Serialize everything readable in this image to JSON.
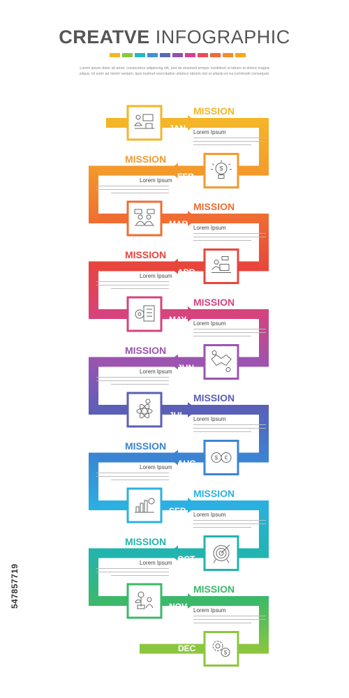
{
  "title": {
    "bold": "CREATVE",
    "light": "INFOGRAPHIC"
  },
  "palette": [
    "#f4b528",
    "#8cc63f",
    "#24b8c4",
    "#3f90d8",
    "#5469b9",
    "#9150b0",
    "#d33f91",
    "#e84c5c",
    "#f06a35",
    "#f48d2c",
    "#f9a51b"
  ],
  "intro": "Lorem ipsum dolor sit amet, consectetur adipiscing elit, sed do eiusmod tempor incididunt ut labore et dolore magna aliqua. Ut enim ad minim veniam, quis nostrud exercitation ullamco laboris nisi ut aliquip ex ea commodo consequat.",
  "steps": [
    {
      "month": "JAN",
      "mission": "MISSION",
      "subtitle": "Lorem Ipsum",
      "color": "#f4b528",
      "icon": "presentation-icon"
    },
    {
      "month": "FEB",
      "mission": "MISSION",
      "subtitle": "Lorem Ipsum",
      "color": "#f39a2b",
      "icon": "lightbulb-dollar-icon"
    },
    {
      "month": "MAR",
      "mission": "MISSION",
      "subtitle": "Lorem Ipsum",
      "color": "#ef6d32",
      "icon": "team-meeting-icon"
    },
    {
      "month": "APR",
      "mission": "MISSION",
      "subtitle": "Lorem Ipsum",
      "color": "#e8453c",
      "icon": "laptop-user-icon"
    },
    {
      "month": "MAY",
      "mission": "MISSION",
      "subtitle": "Lorem Ipsum",
      "color": "#d6437d",
      "icon": "checklist-gear-icon"
    },
    {
      "month": "JUN",
      "mission": "MISSION",
      "subtitle": "Lorem Ipsum",
      "color": "#9c54b0",
      "icon": "handshake-icon"
    },
    {
      "month": "JUL",
      "mission": "MISSION",
      "subtitle": "Lorem Ipsum",
      "color": "#5a5fb7",
      "icon": "atom-user-icon"
    },
    {
      "month": "AUG",
      "mission": "MISSION",
      "subtitle": "Lorem Ipsum",
      "color": "#3b84d3",
      "icon": "currency-exchange-icon"
    },
    {
      "month": "SEP",
      "mission": "MISSION",
      "subtitle": "Lorem Ipsum",
      "color": "#2bb0e1",
      "icon": "bar-chart-icon"
    },
    {
      "month": "OCT",
      "mission": "MISSION",
      "subtitle": "Lorem Ipsum",
      "color": "#22b4ae",
      "icon": "target-icon"
    },
    {
      "month": "NOV",
      "mission": "MISSION",
      "subtitle": "Lorem Ipsum",
      "color": "#3cb86a",
      "icon": "money-plant-icon"
    },
    {
      "month": "DEC",
      "mission": "",
      "subtitle": "",
      "color": "#8cc63f",
      "icon": "gear-dollar-icon"
    }
  ],
  "stock_id": "547857719"
}
